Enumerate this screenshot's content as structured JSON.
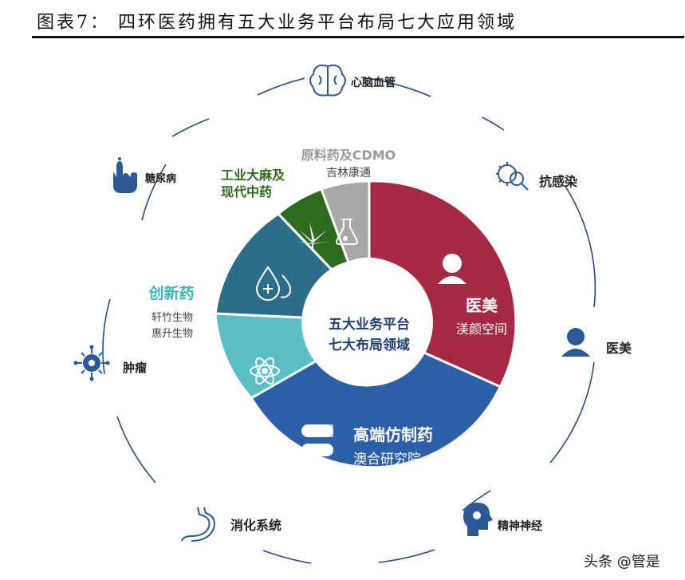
{
  "title": "图表7：  四环医药拥有五大业务平台布局七大应用领域",
  "center": {
    "line1": "五大业务平台",
    "line2": "七大布局领域"
  },
  "platforms": [
    {
      "name": "医美",
      "sub": "渼颜空间",
      "color": "#A32A42",
      "icon": "woman-icon"
    },
    {
      "name": "高端仿制药",
      "sub": "澳合研究院",
      "color": "#2B5FA8",
      "icon": "pill-capsules-icon"
    },
    {
      "name": "创新药",
      "sub1": "轩竹生物",
      "sub2": "惠升生物",
      "color": "#5ABFC5",
      "icon": "atom-icon"
    },
    {
      "name": "",
      "color": "#2C6E88",
      "icon": "drop-plus-icon"
    },
    {
      "name": "工业大麻及",
      "name2": "现代中药",
      "color": "#2E6B1E",
      "icon": "cannabis-leaf-icon"
    },
    {
      "name": "原料药及CDMO",
      "sub": "吉林康通",
      "color": "#A8A8A8",
      "icon": "flask-icon"
    }
  ],
  "fields": [
    {
      "label": "心脑血管",
      "icon": "brain-icon"
    },
    {
      "label": "抗感染",
      "icon": "virus-magnifier-icon"
    },
    {
      "label": "医美",
      "icon": "woman-icon"
    },
    {
      "label": "精神神经",
      "icon": "head-neuro-icon"
    },
    {
      "label": "消化系统",
      "icon": "stomach-icon"
    },
    {
      "label": "肿瘤",
      "icon": "tumor-cell-icon"
    },
    {
      "label": "糖尿病",
      "icon": "finger-prick-icon"
    }
  ],
  "watermark": "头条 @管是",
  "colors": {
    "ring": "#2B4A8B",
    "icon": "#2B5A96",
    "green": "#2E6B1E",
    "teal": "#3FB6BE",
    "gray": "#9A9A9A"
  }
}
